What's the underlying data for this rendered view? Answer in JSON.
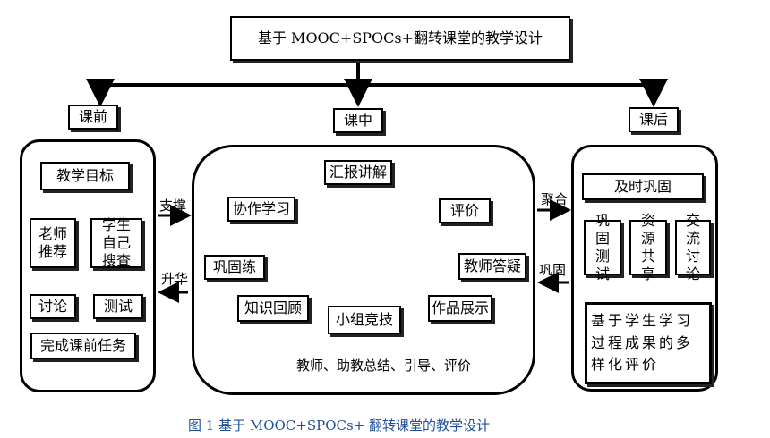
{
  "title": "基于 MOOC+SPOCs+翻转课堂的教学设计",
  "phases": {
    "pre": "课前",
    "mid": "课中",
    "post": "课后"
  },
  "pre": {
    "goal": "教学目标",
    "teacher": "老师推荐",
    "self": "学生自己搜查",
    "discuss": "讨论",
    "test": "测试",
    "task": "完成课前任务"
  },
  "arrows": {
    "support": "支撑",
    "sublimate": "升华",
    "gather": "聚合",
    "consolidate": "巩固"
  },
  "mid": {
    "report": "汇报讲解",
    "collab": "协作学习",
    "eval": "评价",
    "practice": "巩固练",
    "answer": "教师答疑",
    "review": "知识回顾",
    "compete": "小组竞技",
    "show": "作品展示",
    "summary": "教师、助教总结、引导、评价"
  },
  "post": {
    "timely": "及时巩固",
    "test": "巩固测试",
    "share": "资源共享",
    "discuss": "交流讨论",
    "eval": "基于学生学习过程成果的多样化评价"
  },
  "caption": "图 1  基于 MOOC+SPOCs+ 翻转课堂的教学设计"
}
